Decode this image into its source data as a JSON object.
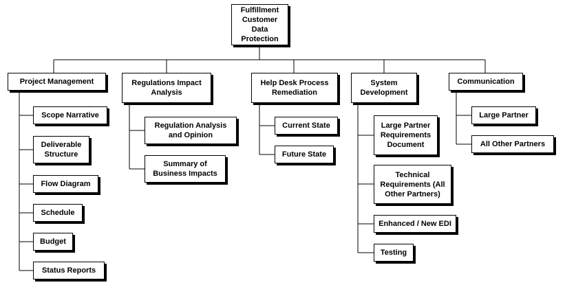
{
  "root": {
    "label": "Fulfillment\nCustomer Data\nProtection"
  },
  "branches": [
    {
      "label": "Project Management",
      "children": [
        "Scope Narrative",
        "Deliverable\nStructure",
        "Flow Diagram",
        "Schedule",
        "Budget",
        "Status Reports"
      ]
    },
    {
      "label": "Regulations Impact\nAnalysis",
      "children": [
        "Regulation Analysis\nand Opinion",
        "Summary of\nBusiness Impacts"
      ]
    },
    {
      "label": "Help Desk Process\nRemediation",
      "children": [
        "Current State",
        "Future State"
      ]
    },
    {
      "label": "System\nDevelopment",
      "children": [
        "Large Partner\nRequirements\nDocument",
        "Technical\nRequirements (All\nOther Partners)",
        "Enhanced / New EDI",
        "Testing"
      ]
    },
    {
      "label": "Communication",
      "children": [
        "Large Partner",
        "All Other Partners"
      ]
    }
  ]
}
